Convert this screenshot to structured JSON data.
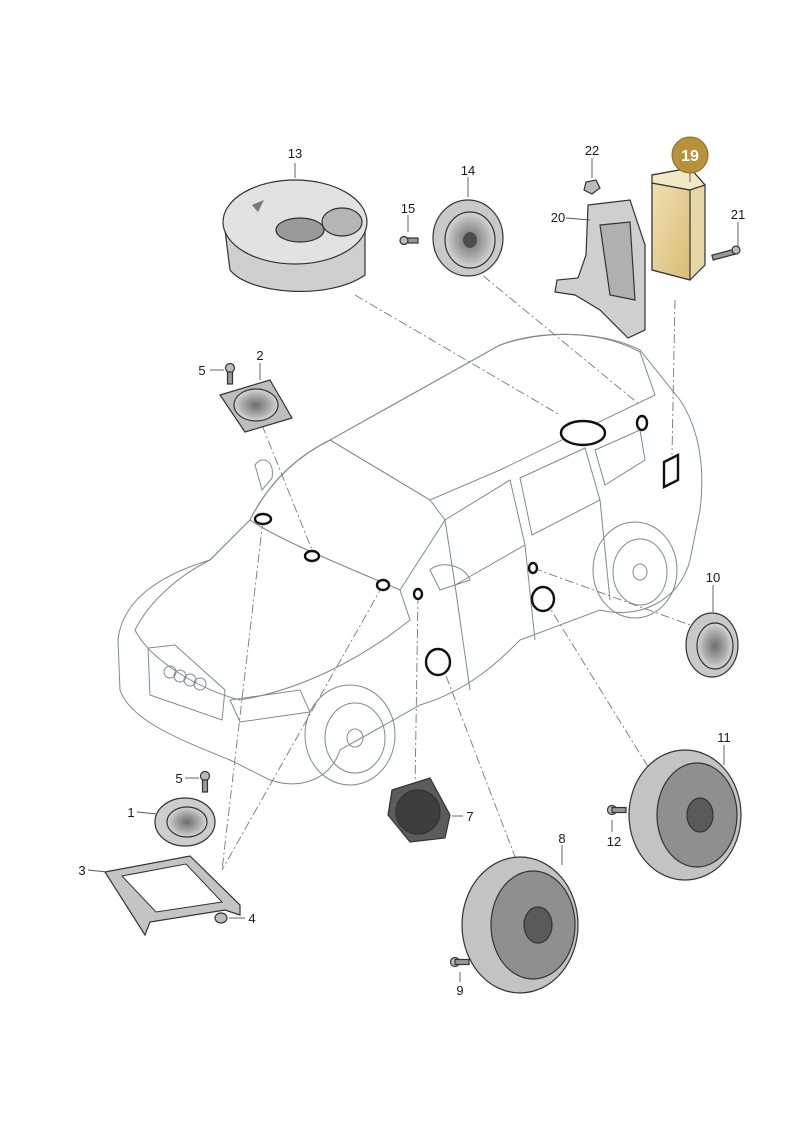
{
  "highlight_color": "#b8923a",
  "callouts": [
    {
      "id": "c1",
      "text": "1"
    },
    {
      "id": "c2",
      "text": "2"
    },
    {
      "id": "c3",
      "text": "3"
    },
    {
      "id": "c4",
      "text": "4"
    },
    {
      "id": "c5a",
      "text": "5"
    },
    {
      "id": "c5b",
      "text": "5"
    },
    {
      "id": "c7",
      "text": "7"
    },
    {
      "id": "c8",
      "text": "8"
    },
    {
      "id": "c9",
      "text": "9"
    },
    {
      "id": "c10",
      "text": "10"
    },
    {
      "id": "c11",
      "text": "11"
    },
    {
      "id": "c12",
      "text": "12"
    },
    {
      "id": "c13",
      "text": "13"
    },
    {
      "id": "c14",
      "text": "14"
    },
    {
      "id": "c15",
      "text": "15"
    },
    {
      "id": "c19",
      "text": "19",
      "highlighted": true
    },
    {
      "id": "c20",
      "text": "20"
    },
    {
      "id": "c21",
      "text": "21"
    },
    {
      "id": "c22",
      "text": "22"
    }
  ]
}
